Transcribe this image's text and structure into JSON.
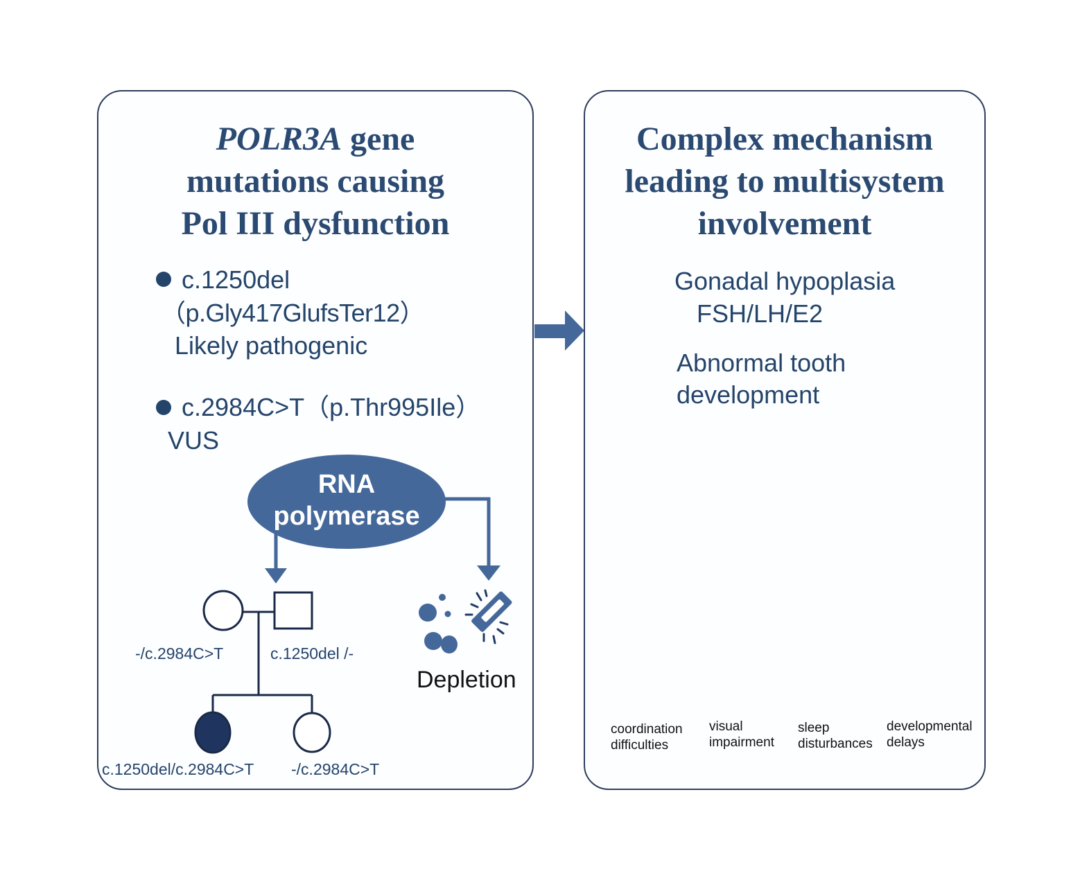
{
  "colors": {
    "primary": "#2b4a72",
    "ellipse": "#45689a",
    "figure": "#1f3a66",
    "warning": "#e8ae48",
    "down_arrow": "#f0bd3a",
    "border": "#2f3d5c"
  },
  "left_panel": {
    "title": {
      "gene": "POLR3A",
      "line1_rest": " gene",
      "line2": "mutations causing",
      "line3": "Pol III dysfunction"
    },
    "variants": [
      {
        "cdna": "c.1250del",
        "protein": "（p.Gly417GlufsTer12）",
        "classification": "Likely pathogenic"
      },
      {
        "cdna": "c.2984C>T",
        "protein": "（p.Thr995Ile）",
        "classification": "VUS"
      }
    ],
    "ellipse_label": [
      "RNA",
      "polymerase"
    ],
    "pedigree": {
      "mother": {
        "symbol": "circle",
        "affected": false,
        "genotype": "-/c.2984C>T"
      },
      "father": {
        "symbol": "square",
        "affected": false,
        "genotype": "c.1250del /-"
      },
      "children": [
        {
          "symbol": "circle",
          "affected": true,
          "genotype": "c.1250del/c.2984C>T"
        },
        {
          "symbol": "circle",
          "affected": false,
          "genotype": "-/c.2984C>T"
        }
      ]
    },
    "depletion_label": "Depletion"
  },
  "connector": {
    "icon": "right-arrow-icon"
  },
  "right_panel": {
    "title": {
      "line1": "Complex mechanism",
      "line2": "leading to multisystem",
      "line3": "involvement"
    },
    "findings": [
      {
        "icon": "warning-icon",
        "lines": [
          "Gonadal hypoplasia"
        ],
        "sub": {
          "icon": "down-arrow-icon",
          "text": "FSH/LH/E2"
        }
      },
      {
        "icon": "warning-icon",
        "lines": [
          "Abnormal tooth",
          "development"
        ]
      }
    ],
    "symptoms": [
      {
        "figure": "man",
        "label": [
          "coordination",
          "difficulties"
        ]
      },
      {
        "figure": "woman",
        "label": [
          "visual",
          "impairment"
        ]
      },
      {
        "figure": "man",
        "label": [
          "sleep",
          "disturbances"
        ]
      },
      {
        "figure": "child",
        "label": [
          "developmental",
          "delays"
        ]
      }
    ]
  }
}
